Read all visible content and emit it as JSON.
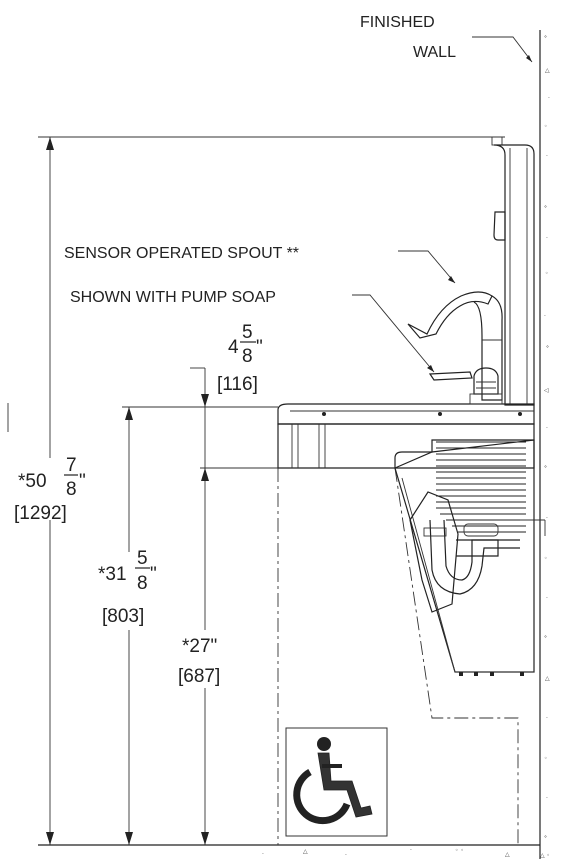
{
  "labels": {
    "finished_wall_1": "FINISHED",
    "finished_wall_2": "WALL",
    "sensor_spout": "SENSOR OPERATED SPOUT **",
    "pump_soap": "SHOWN WITH PUMP SOAP"
  },
  "dims": {
    "overall": {
      "prefix": "*50",
      "num": "7",
      "den": "8",
      "suffix": "\"",
      "metric": "[1292]"
    },
    "bowl_rim": {
      "prefix": "*31",
      "num": "5",
      "den": "8",
      "suffix": "\"",
      "metric": "[803]"
    },
    "knee": {
      "text": "*27\"",
      "metric": "[687]"
    },
    "bowl_depth": {
      "prefix": "4",
      "num": "5",
      "den": "8",
      "suffix": "\"",
      "metric": "[116]"
    }
  },
  "symbols": {
    "accessibility": "wheelchair-icon"
  }
}
